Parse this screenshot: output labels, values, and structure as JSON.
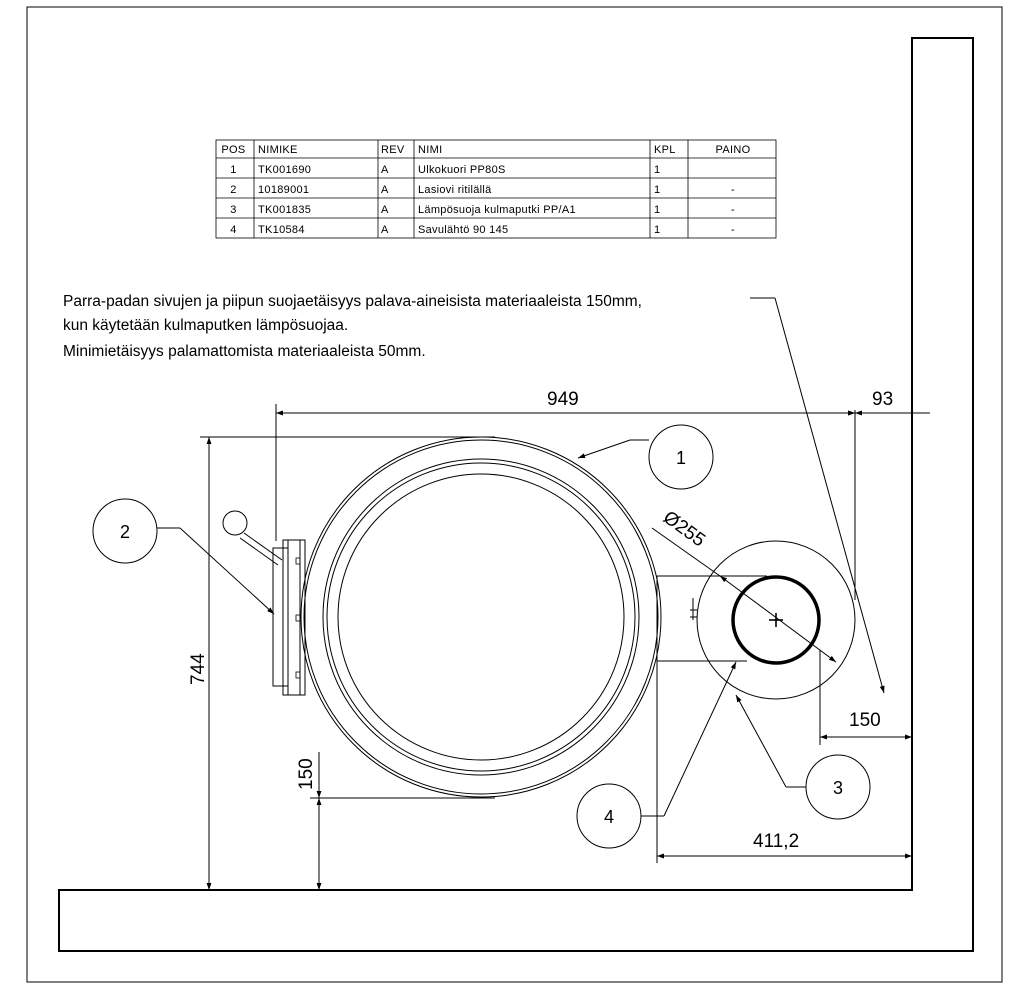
{
  "parts_table": {
    "headers": [
      "POS",
      "NIMIKE",
      "REV",
      "NIMI",
      "KPL",
      "PAINO"
    ],
    "rows": [
      [
        "1",
        "TK001690",
        "A",
        "Ulkokuori PP80S",
        "1",
        ""
      ],
      [
        "2",
        "10189001",
        "A",
        "Lasiovi ritilällä",
        "1",
        "-"
      ],
      [
        "3",
        "TK001835",
        "A",
        "Lämpösuoja kulmaputki PP/A1",
        "1",
        "-"
      ],
      [
        "4",
        "TK10584",
        "A",
        "Savulähtö 90 145",
        "1",
        "-"
      ]
    ]
  },
  "notes": {
    "line1": "Parra-padan sivujen ja piipun suojaetäisyys palava-aineisista materiaaleista 150mm,",
    "line2": "kun käytetään kulmaputken lämpösuojaa.",
    "line3": "Minimietäisyys palamattomista materiaaleista 50mm."
  },
  "dimensions": {
    "width_total": "949",
    "wall_gap_right": "93",
    "diameter": "Ø255",
    "depth_total": "744",
    "front_clearance": "150",
    "chimney_clearance": "150",
    "chimney_offset": "411,2"
  },
  "callouts": {
    "c1": "1",
    "c2": "2",
    "c3": "3",
    "c4": "4"
  }
}
